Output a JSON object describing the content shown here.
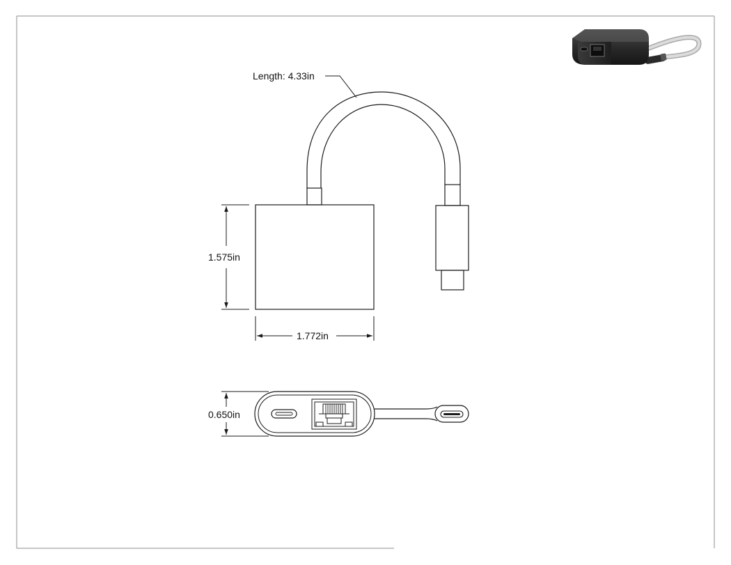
{
  "drawing": {
    "cable_length_label": "Length: 4.33in",
    "height_label": "1.575in",
    "width_label": "1.772in",
    "thickness_label": "0.650in"
  },
  "colors": {
    "ink": "#1a1a1a",
    "frame": "#8c8c8c",
    "render_body": "#2b2b2b",
    "render_cable": "#c9c9c9"
  },
  "icons": {
    "thumbnail": "usb-c-ethernet-adapter-render",
    "top_view": "adapter-top-view",
    "front_view": "adapter-front-view"
  }
}
